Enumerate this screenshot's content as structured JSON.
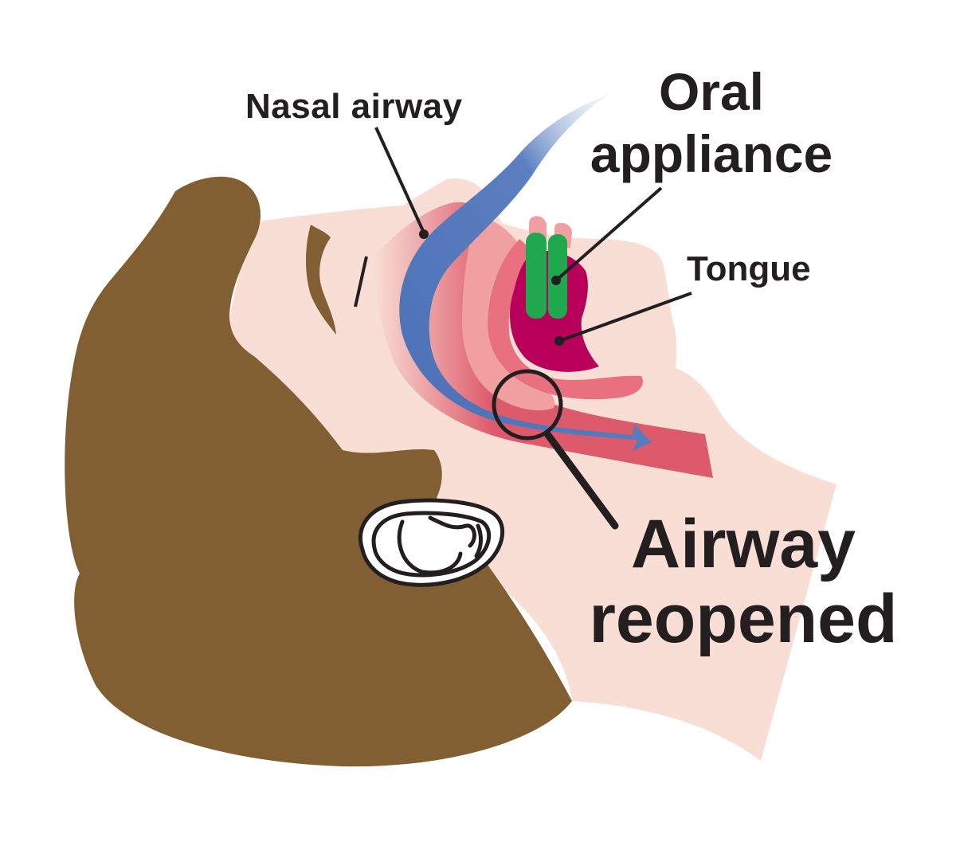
{
  "labels": {
    "nasal_airway": "Nasal airway",
    "oral_appliance_line1": "Oral",
    "oral_appliance_line2": "appliance",
    "tongue": "Tongue",
    "airway_reopened_line1": "Airway",
    "airway_reopened_line2": "reopened"
  },
  "colors": {
    "hair": "#815f33",
    "skin": "#f9ded5",
    "airway_tissue": "#dd5a6b",
    "light_tissue": "#f0a0a0",
    "tongue": "#b8005a",
    "appliance": "#1fa84e",
    "airflow": "#4a6fb5",
    "text": "#231f20"
  }
}
